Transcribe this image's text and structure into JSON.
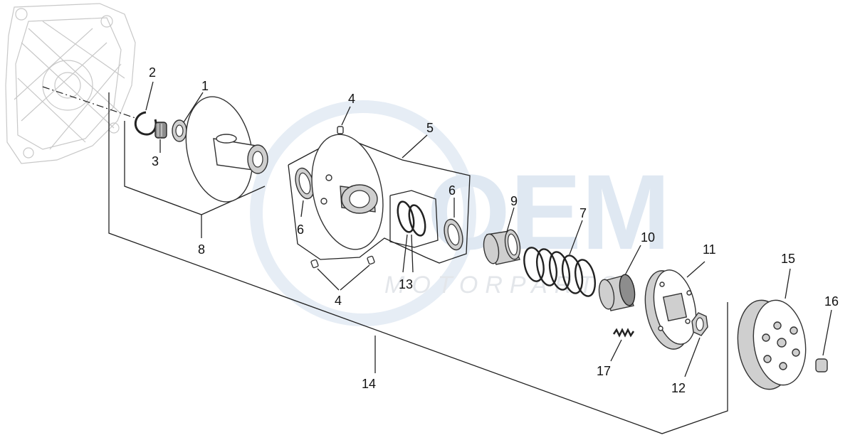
{
  "watermark": {
    "brand": "OEM",
    "sub": "MOTORPARTS"
  },
  "callouts": {
    "c1": "1",
    "c2": "2",
    "c3": "3",
    "c4a": "4",
    "c4b": "4",
    "c5": "5",
    "c6a": "6",
    "c6b": "6",
    "c7": "7",
    "c8": "8",
    "c9": "9",
    "c10": "10",
    "c11": "11",
    "c12": "12",
    "c13": "13",
    "c14": "14",
    "c15": "15",
    "c16": "16",
    "c17": "17"
  }
}
